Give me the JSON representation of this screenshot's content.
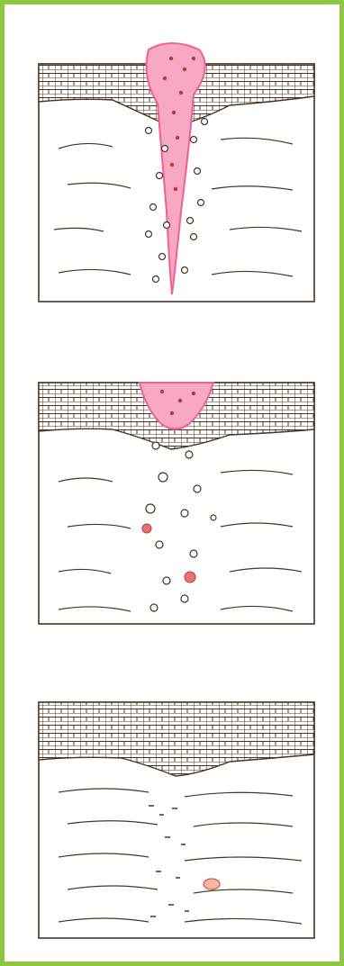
{
  "figure": {
    "frame_color": "#8dc63f",
    "ink_color": "#4a3420",
    "lesion_color": "#f06292",
    "lesion_fill": "#f7a8c4",
    "dot_color": "#c0392b",
    "panels": [
      {
        "stage": 1,
        "depicts": "epidermis-and-dermis-with-deep-pink-lesion-and-infiltrate"
      },
      {
        "stage": 2,
        "depicts": "epidermis-with-shallow-pink-lesion-and-scattered-cells"
      },
      {
        "stage": 3,
        "depicts": "healed-epidermis-with-scar-streaks-in-dermis"
      }
    ]
  }
}
